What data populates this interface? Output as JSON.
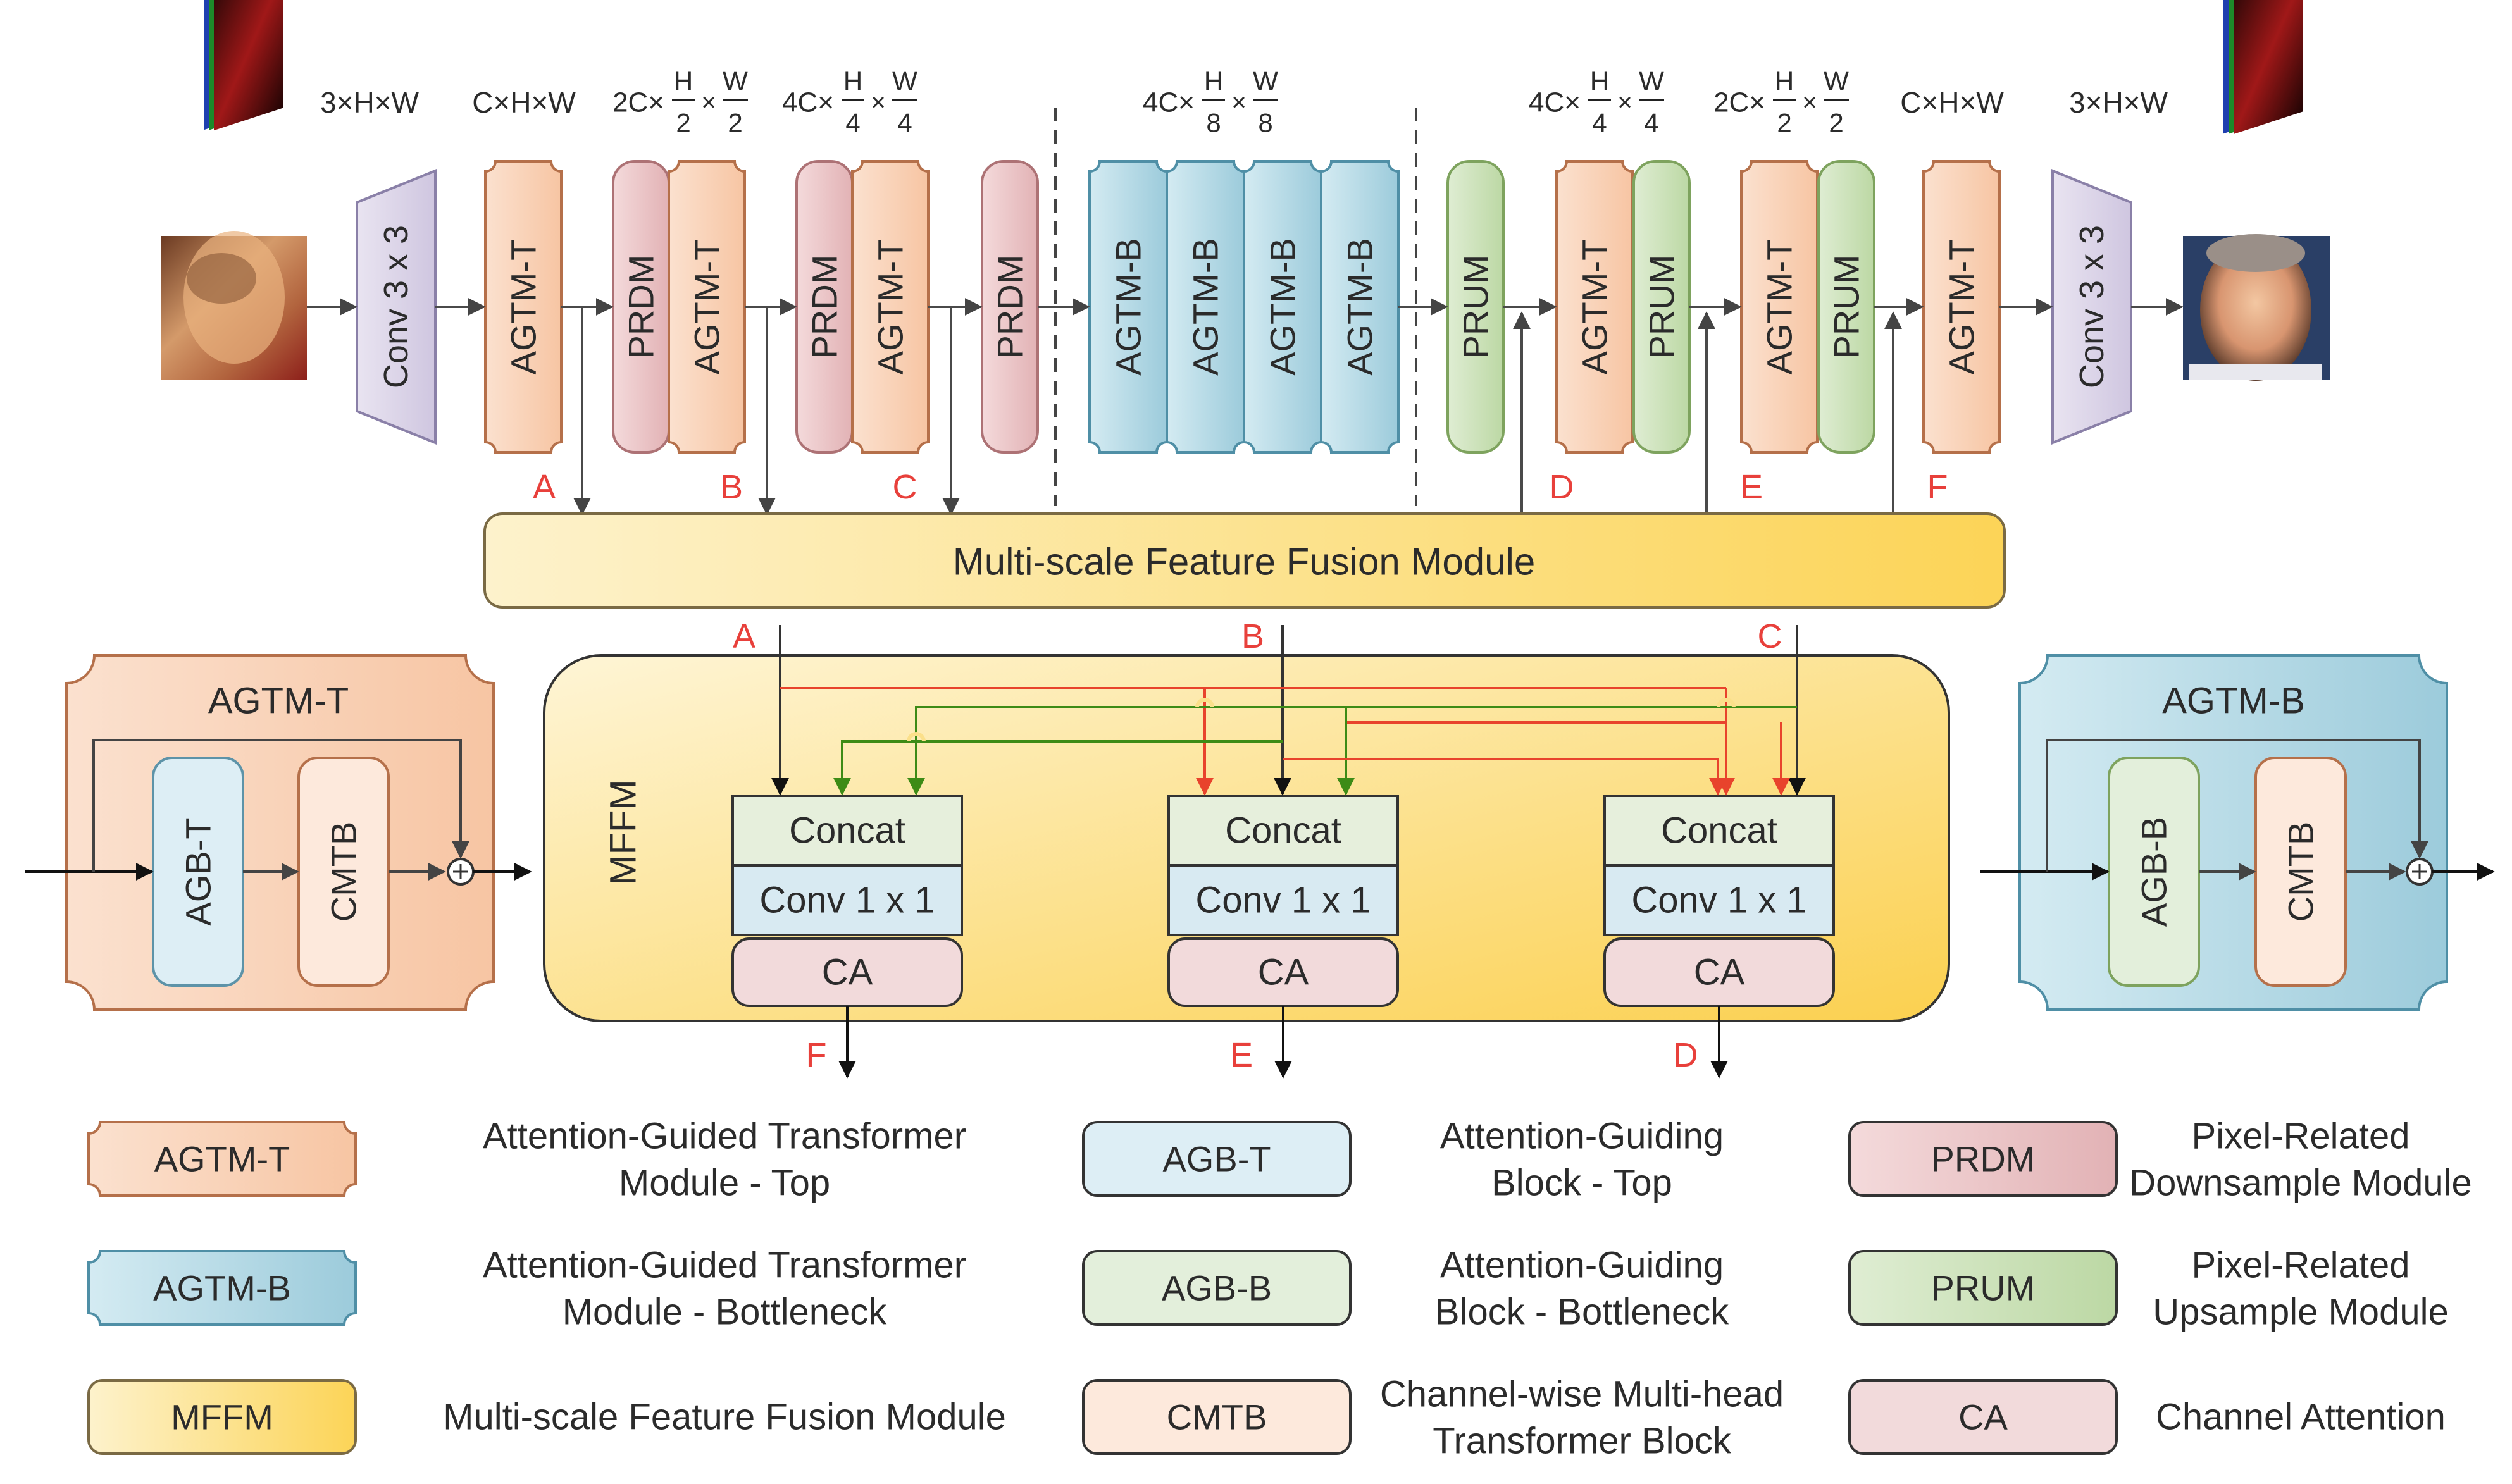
{
  "colors": {
    "agtm_t_fill": "#f9d3b8",
    "agtm_t_stroke": "#b5704a",
    "agtm_b_fill": "#b7dbe6",
    "agtm_b_stroke": "#4f8fa6",
    "prdm_fill": "#ecc7c9",
    "prdm_stroke": "#ad7275",
    "prum_fill": "#cfe3bd",
    "prum_stroke": "#7ea35e",
    "conv_fill": "#ddd6e9",
    "conv_stroke": "#8a80a8",
    "agb_t_fill": "#ddeef5",
    "agb_b_fill": "#e3efdb",
    "cmtb_fill": "#fde9dc",
    "ca_fill": "#f2dadb",
    "concat_fill": "#e6efdc",
    "conv1_fill": "#d8eaf2",
    "label_red": "#e8403b",
    "line_red": "#e8432c",
    "line_green": "#3d8b16",
    "mffm_light": "#fdf1c9",
    "mffm_dark": "#fcd35a"
  },
  "dims": {
    "input": "3×H×W",
    "c": "C×H×W",
    "c2_prefix": "2C×",
    "c4_prefix": "4C×",
    "H": "H",
    "W": "W",
    "d2": "2",
    "d4": "4",
    "d8": "8",
    "times": "×",
    "output_c": "C×H×W",
    "output": "3×H×W"
  },
  "encoder": {
    "conv_in": "Conv 3 x 3",
    "agtm_t": "AGTM-T",
    "prdm": "PRDM"
  },
  "bottleneck": {
    "agtm_b": "AGTM-B"
  },
  "decoder": {
    "prum": "PRUM",
    "agtm_t": "AGTM-T",
    "conv_out": "Conv 3 x 3"
  },
  "taps": {
    "A": "A",
    "B": "B",
    "C": "C",
    "D": "D",
    "E": "E",
    "F": "F"
  },
  "mffm_bar": {
    "title": "Multi-scale Feature Fusion Module"
  },
  "agtm_t_detail": {
    "title": "AGTM-T",
    "agb": "AGB-T",
    "cmtb": "CMTB"
  },
  "mffm_detail": {
    "side_label": "MFFM",
    "concat": "Concat",
    "conv": "Conv 1 x 1",
    "ca": "CA"
  },
  "agtm_b_detail": {
    "title": "AGTM-B",
    "agb": "AGB-B",
    "cmtb": "CMTB"
  },
  "legend": [
    {
      "abbr": "AGTM-T",
      "desc1": "Attention-Guided Transformer",
      "desc2": "Module - Top"
    },
    {
      "abbr": "AGB-T",
      "desc1": "Attention-Guiding",
      "desc2": "Block - Top"
    },
    {
      "abbr": "PRDM",
      "desc1": "Pixel-Related",
      "desc2": "Downsample Module"
    },
    {
      "abbr": "AGTM-B",
      "desc1": "Attention-Guided Transformer",
      "desc2": "Module - Bottleneck"
    },
    {
      "abbr": "AGB-B",
      "desc1": "Attention-Guiding",
      "desc2": "Block - Bottleneck"
    },
    {
      "abbr": "PRUM",
      "desc1": "Pixel-Related",
      "desc2": "Upsample Module"
    },
    {
      "abbr": "MFFM",
      "desc1": "Multi-scale Feature Fusion Module",
      "desc2": ""
    },
    {
      "abbr": "CMTB",
      "desc1": "Channel-wise Multi-head",
      "desc2": "Transformer Block"
    },
    {
      "abbr": "CA",
      "desc1": "Channel Attention",
      "desc2": ""
    }
  ]
}
